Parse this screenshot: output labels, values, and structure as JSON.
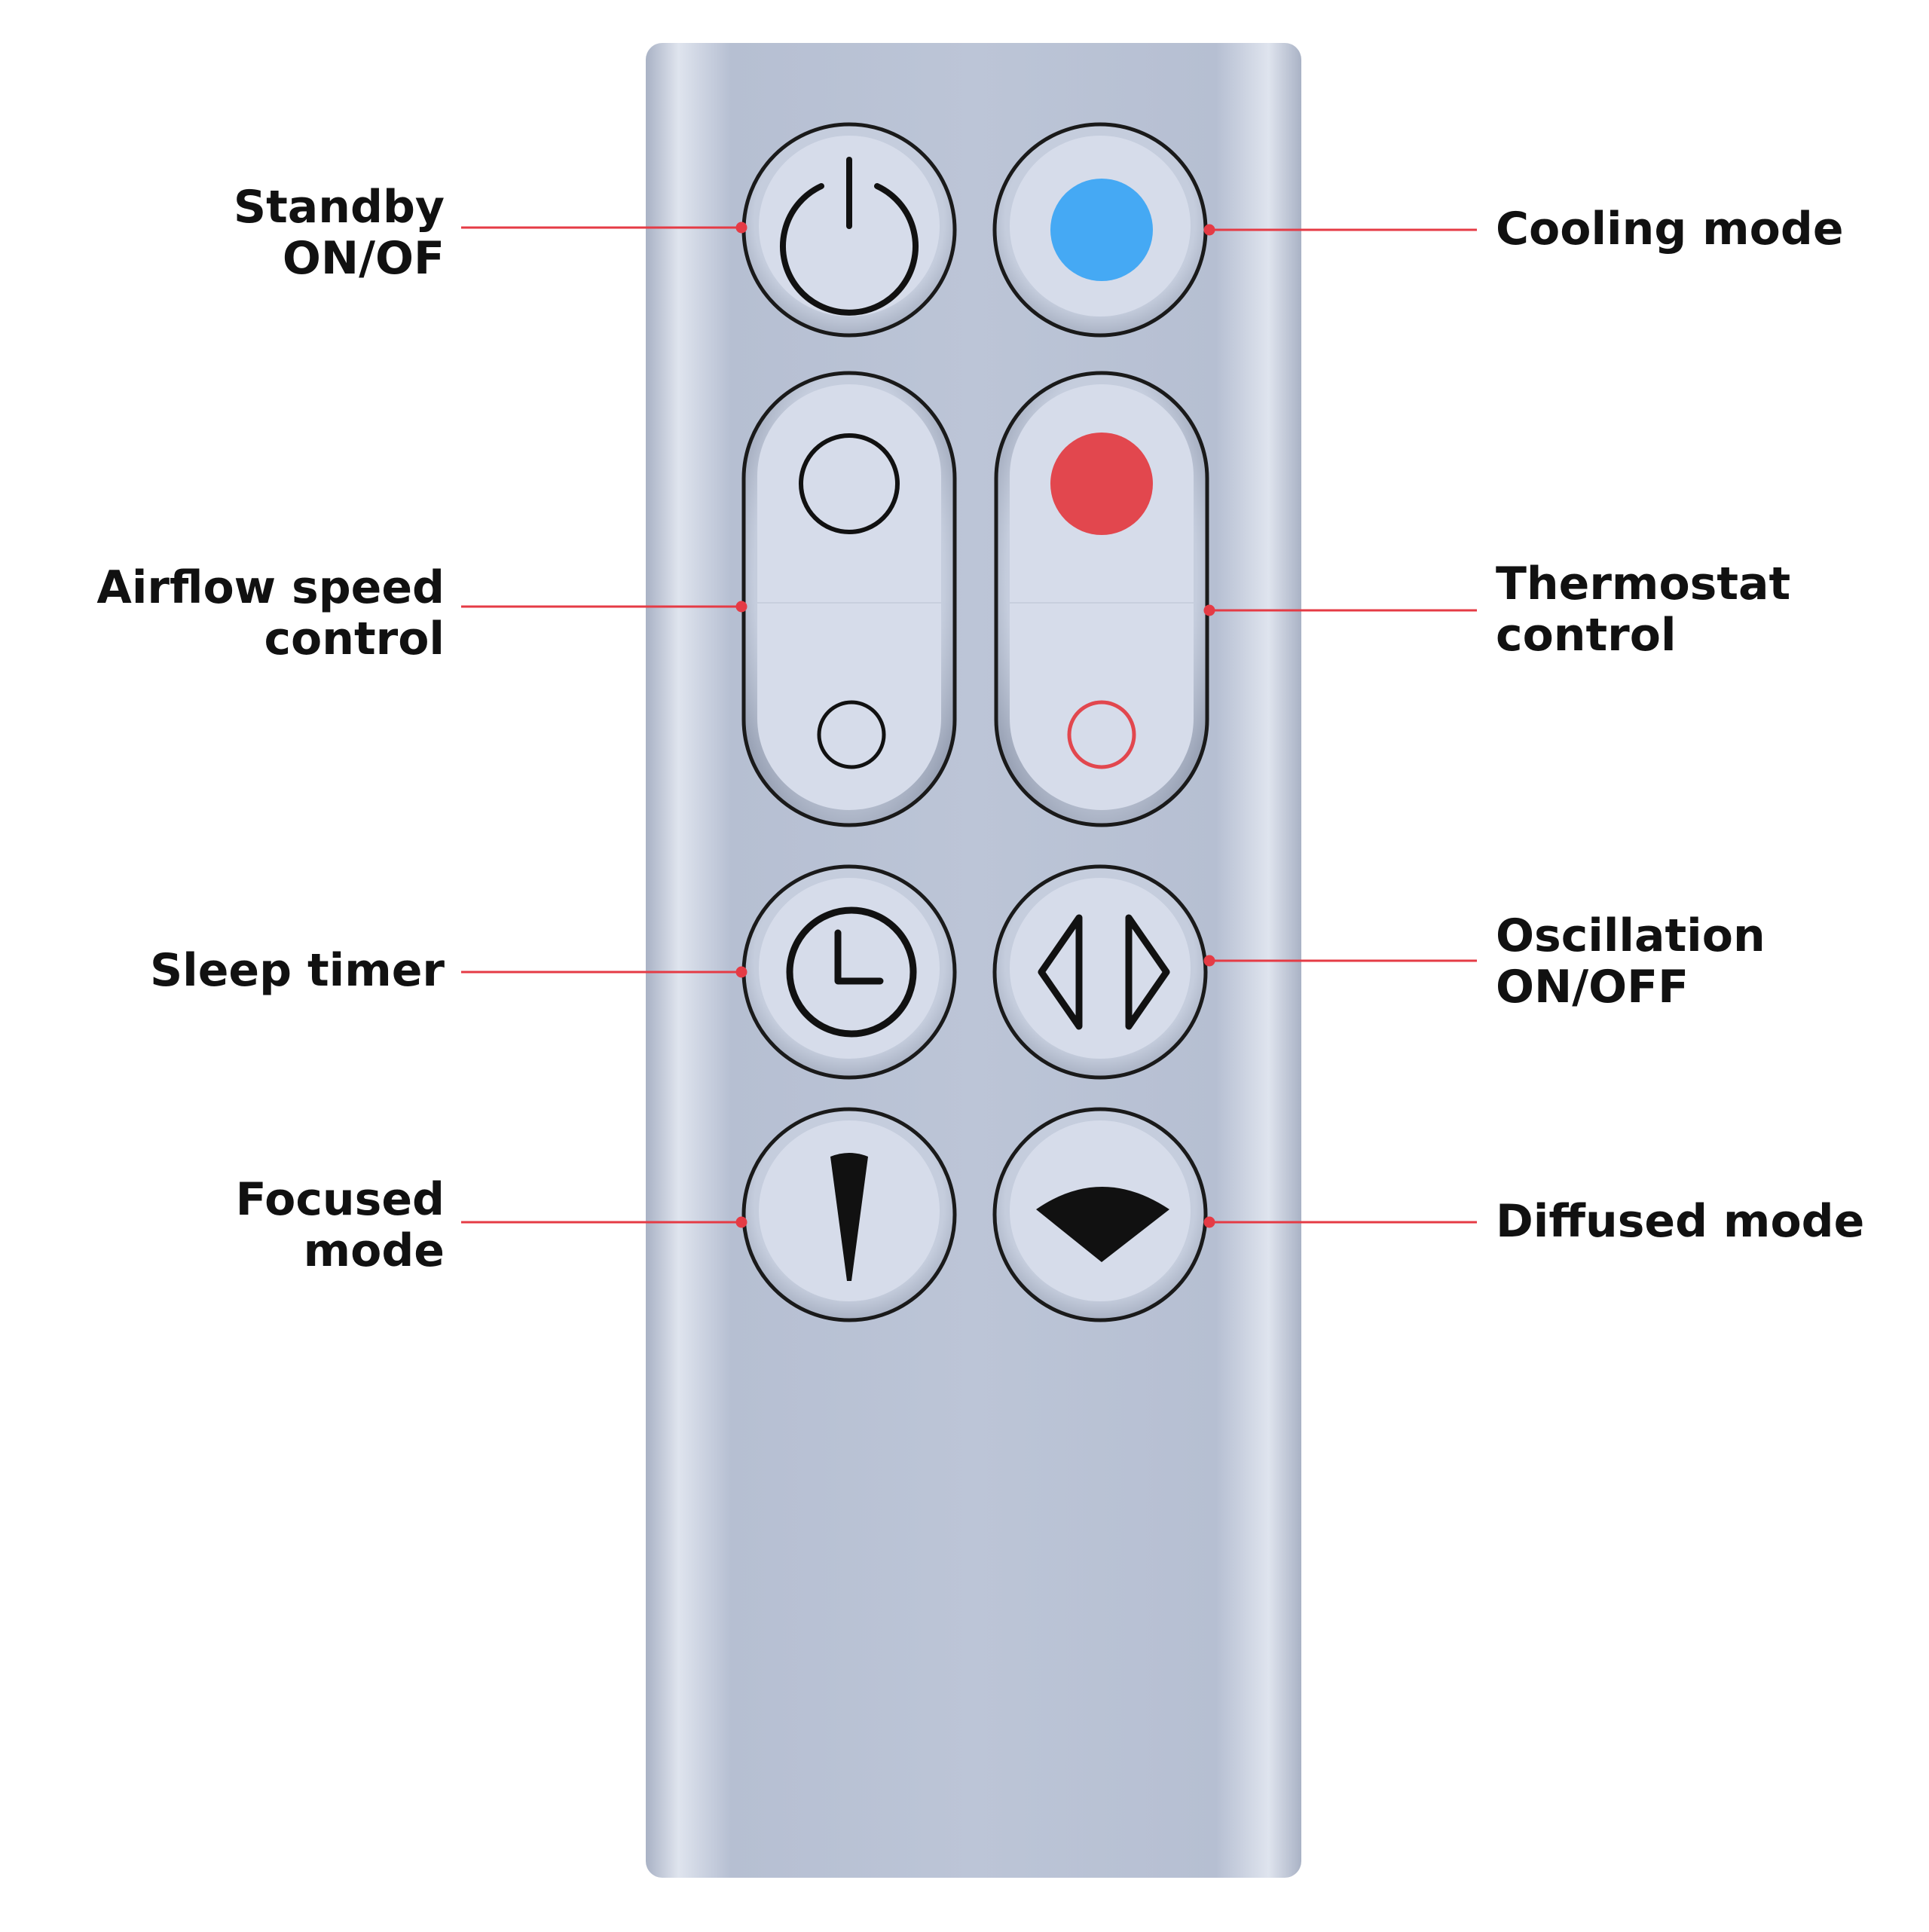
{
  "labels": {
    "standby_line1": "Standby",
    "standby_line2": "ON/OF",
    "cooling": "Cooling mode",
    "airflow_line1": "Airflow speed",
    "airflow_line2": "control",
    "thermostat_line1": "Thermostat",
    "thermostat_line2": "control",
    "sleep": "Sleep timer",
    "oscillation_line1": "Oscillation",
    "oscillation_line2": "ON/OFF",
    "focused_line1": "Focused",
    "focused_line2": "mode",
    "diffused": "Diffused mode"
  },
  "icons": {
    "standby": "power-icon",
    "cooling": "blue-dot-icon",
    "airflow_up": "large-circle-icon",
    "airflow_down": "small-circle-icon",
    "thermo_up": "red-dot-icon",
    "thermo_down": "red-ring-icon",
    "sleep": "clock-icon",
    "oscillation": "left-right-arrows-icon",
    "focused": "focused-beam-icon",
    "diffused": "diffused-fan-icon"
  },
  "colors": {
    "remote_body": "#b9c2d4",
    "button_face": "#d9dfec",
    "leader_line": "#e53b45",
    "cooling_dot": "#45a9f4",
    "heating_dot": "#e2474e"
  }
}
